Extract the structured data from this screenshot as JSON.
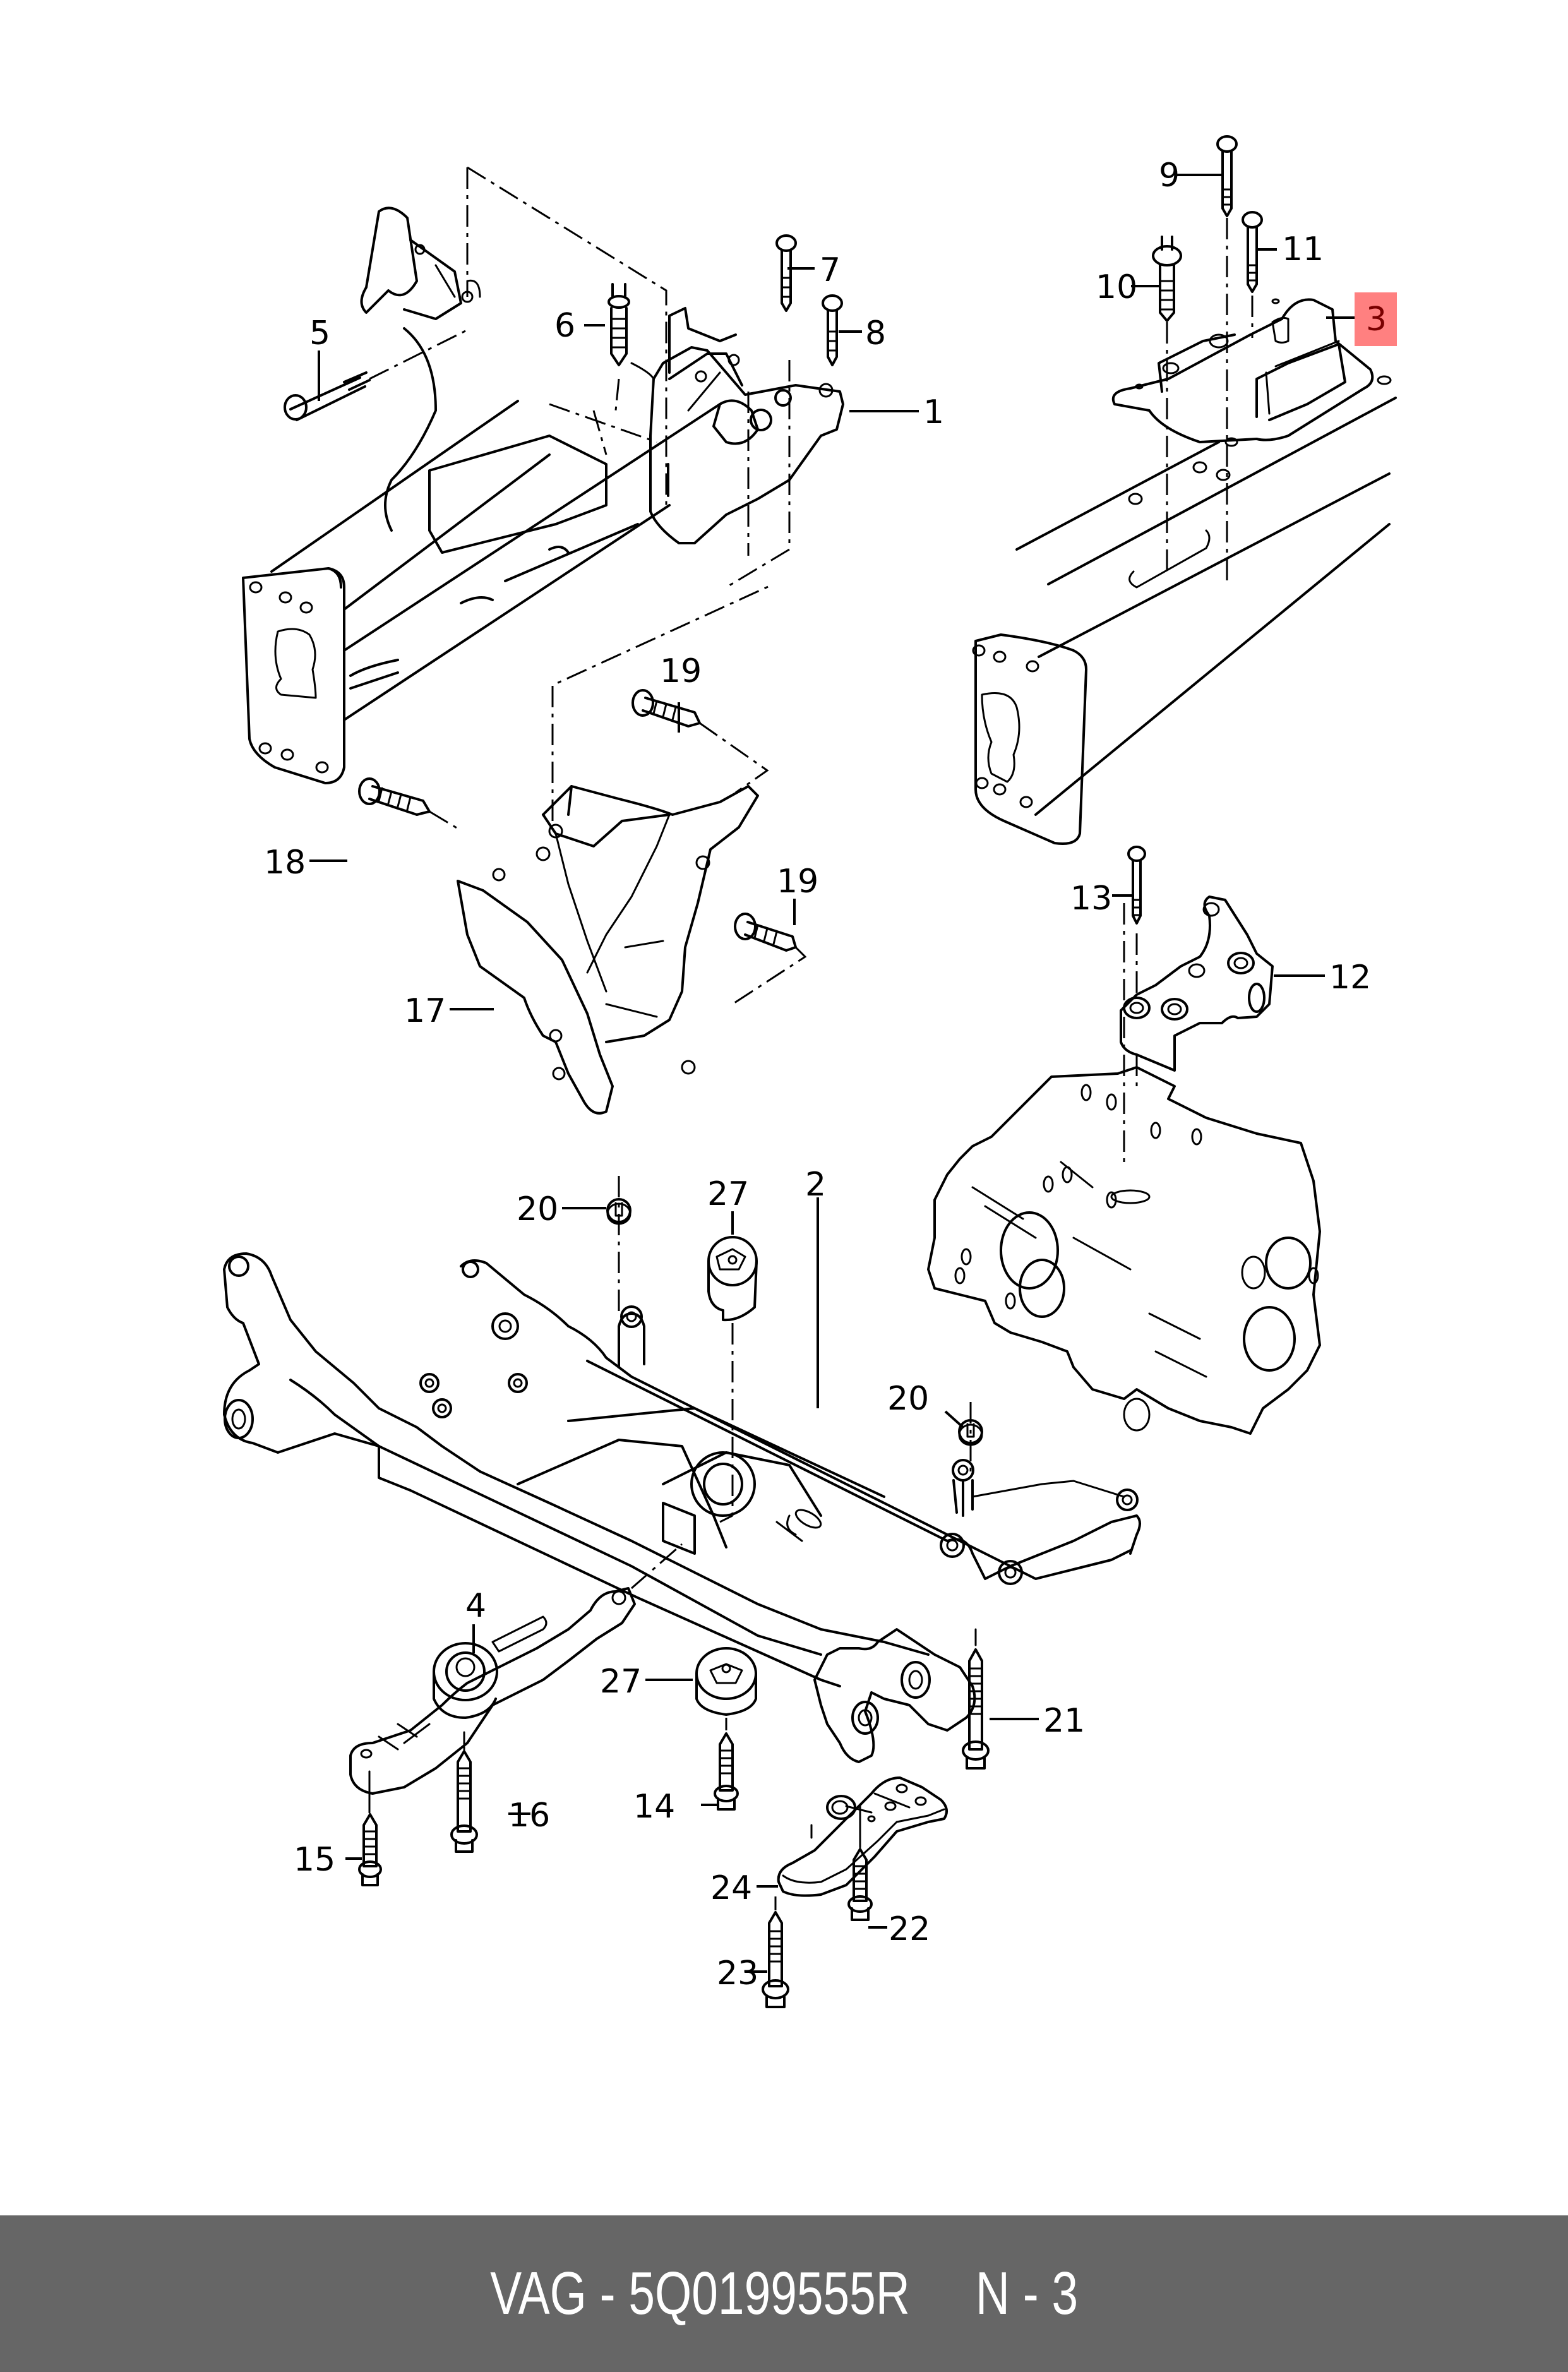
{
  "diagram": {
    "title": "Engine / gearbox mounting - exploded view",
    "highlighted_part": "3",
    "highlight_color": "#ff8080",
    "highlight_text_color": "#7a0000",
    "callouts": [
      {
        "id": "c1",
        "label": "1"
      },
      {
        "id": "c2",
        "label": "2"
      },
      {
        "id": "c3",
        "label": "3"
      },
      {
        "id": "c4",
        "label": "4"
      },
      {
        "id": "c5",
        "label": "5"
      },
      {
        "id": "c6",
        "label": "6"
      },
      {
        "id": "c7",
        "label": "7"
      },
      {
        "id": "c8",
        "label": "8"
      },
      {
        "id": "c9",
        "label": "9"
      },
      {
        "id": "c10",
        "label": "10"
      },
      {
        "id": "c11",
        "label": "11"
      },
      {
        "id": "c12",
        "label": "12"
      },
      {
        "id": "c13",
        "label": "13"
      },
      {
        "id": "c14",
        "label": "14"
      },
      {
        "id": "c15",
        "label": "15"
      },
      {
        "id": "c16",
        "label": "16"
      },
      {
        "id": "c17",
        "label": "17"
      },
      {
        "id": "c18",
        "label": "18"
      },
      {
        "id": "c19a",
        "label": "19"
      },
      {
        "id": "c19b",
        "label": "19"
      },
      {
        "id": "c20a",
        "label": "20"
      },
      {
        "id": "c20b",
        "label": "20"
      },
      {
        "id": "c21",
        "label": "21"
      },
      {
        "id": "c22",
        "label": "22"
      },
      {
        "id": "c23",
        "label": "23"
      },
      {
        "id": "c24",
        "label": "24"
      },
      {
        "id": "c27a",
        "label": "27"
      },
      {
        "id": "c27b",
        "label": "27"
      }
    ]
  },
  "footer": {
    "brand": "VAG",
    "part_number": "5Q0199555R",
    "position": "N - 3",
    "text": "VAG - 5Q0199555R     N - 3",
    "background": "#666666"
  }
}
